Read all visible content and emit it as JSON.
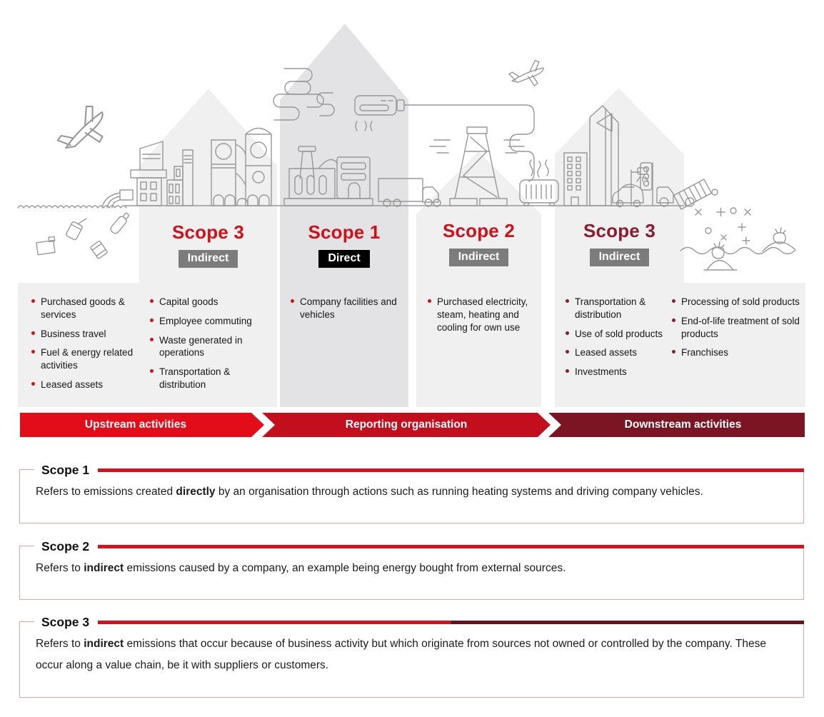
{
  "palette": {
    "red_bright": "#d0111a",
    "maroon": "#8c1b2e",
    "bar_upstream": "#e20d18",
    "bar_reporting": "#c30e1d",
    "bar_downstream": "#7b1423",
    "rule_red": "#d8101c",
    "rule_dark": "#69101d",
    "badge_gray": "#7c7c7c",
    "badge_black": "#000000",
    "panel_light": "#f0f0f1",
    "panel_dark": "#e3e3e5",
    "line_art": "#989898",
    "box_border": "#e9a2a2"
  },
  "sections": [
    {
      "title": "Scope 3",
      "badge": "Indirect",
      "columns": [
        [
          "Purchased goods & services",
          "Business travel",
          "Fuel & energy related activities",
          "Leased assets"
        ],
        [
          "Capital goods",
          "Employee commuting",
          "Waste generated in operations",
          "Transportation & distribution"
        ]
      ]
    },
    {
      "title": "Scope 1",
      "badge": "Direct",
      "columns": [
        [
          "Company facilities and vehicles"
        ]
      ]
    },
    {
      "title": "Scope 2",
      "badge": "Indirect",
      "columns": [
        [
          "Purchased electricity, steam, heating and cooling for own use"
        ]
      ]
    },
    {
      "title": "Scope 3",
      "badge": "Indirect",
      "columns": [
        [
          "Transportation & distribution",
          "Use of sold products",
          "Leased assets",
          "Investments"
        ],
        [
          "Processing of sold products",
          "End-of-life treatment of sold products",
          "Franchises"
        ]
      ]
    }
  ],
  "flow_bar": {
    "segments": [
      "Upstream activities",
      "Reporting organisation",
      "Downstream activities"
    ]
  },
  "info_boxes": [
    {
      "title": "Scope 1",
      "text_pre": "Refers to emissions created ",
      "text_bold": "directly",
      "text_post": " by an organisation through actions such as running heating systems and driving company vehicles."
    },
    {
      "title": "Scope 2",
      "text_pre": "Refers to ",
      "text_bold": "indirect",
      "text_post": " emissions caused by a company, an example being energy bought from external sources."
    },
    {
      "title": "Scope 3",
      "text_pre": "Refers to ",
      "text_bold": "indirect",
      "text_post": " emissions that occur because of business activity but which originate from sources not owned or controlled by the company. These occur along a value chain, be it with suppliers or customers."
    }
  ],
  "illustration": {
    "icons": [
      "airplane-icon",
      "water-waves-icon",
      "outfall-pipe-icon",
      "floating-trash-icon",
      "city-buildings-icon",
      "factory-icon",
      "smoke-cloud-icon",
      "air-conditioner-icon",
      "power-plug-icon",
      "cargo-truck-icon",
      "transmission-tower-icon",
      "heater-icon",
      "skyscrapers-icon",
      "street-lamp-icon",
      "traffic-light-icon",
      "car-icon",
      "dump-truck-icon",
      "small-airplane-icon",
      "landfill-dunes-icon",
      "scatter-marks-icon"
    ]
  }
}
